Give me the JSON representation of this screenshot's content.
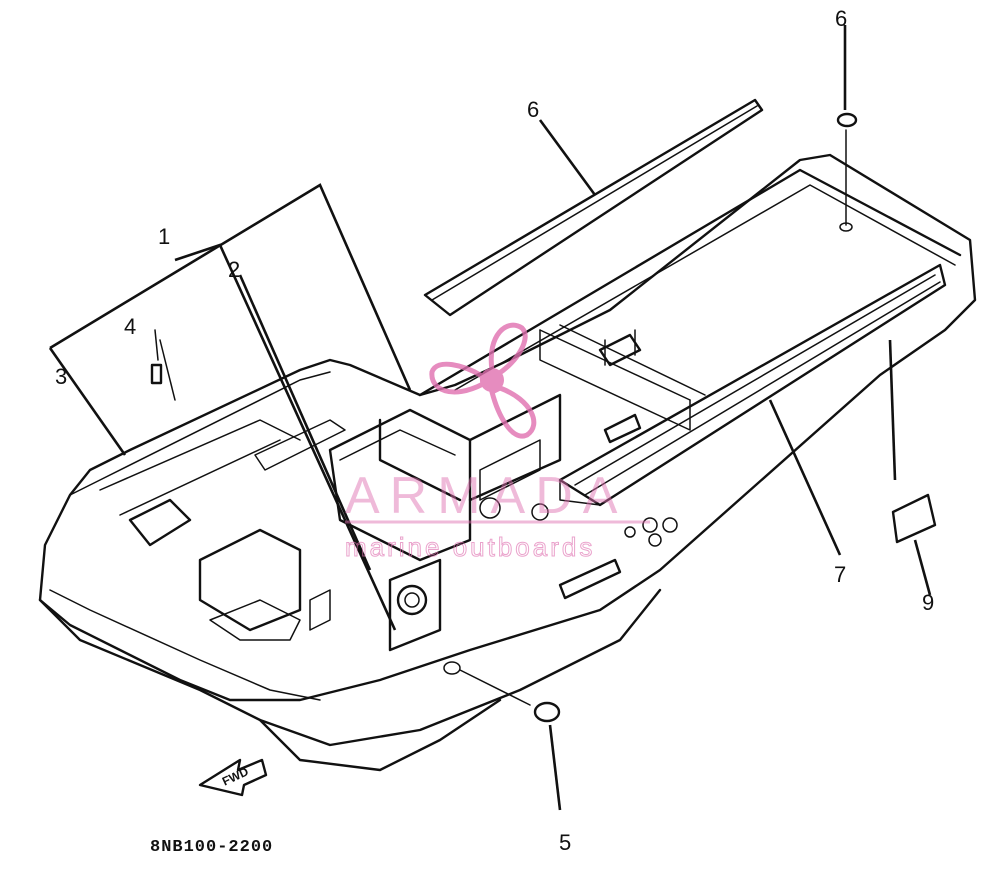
{
  "diagram": {
    "callouts": [
      "1",
      "2",
      "3",
      "4",
      "5",
      "6",
      "6",
      "7",
      "9"
    ],
    "part_code": "8NB100-2200",
    "fwd_label": "FWD"
  },
  "watermark": {
    "title": "ARMADA",
    "subtitle": "marine outboards",
    "color": "#e070b0"
  }
}
